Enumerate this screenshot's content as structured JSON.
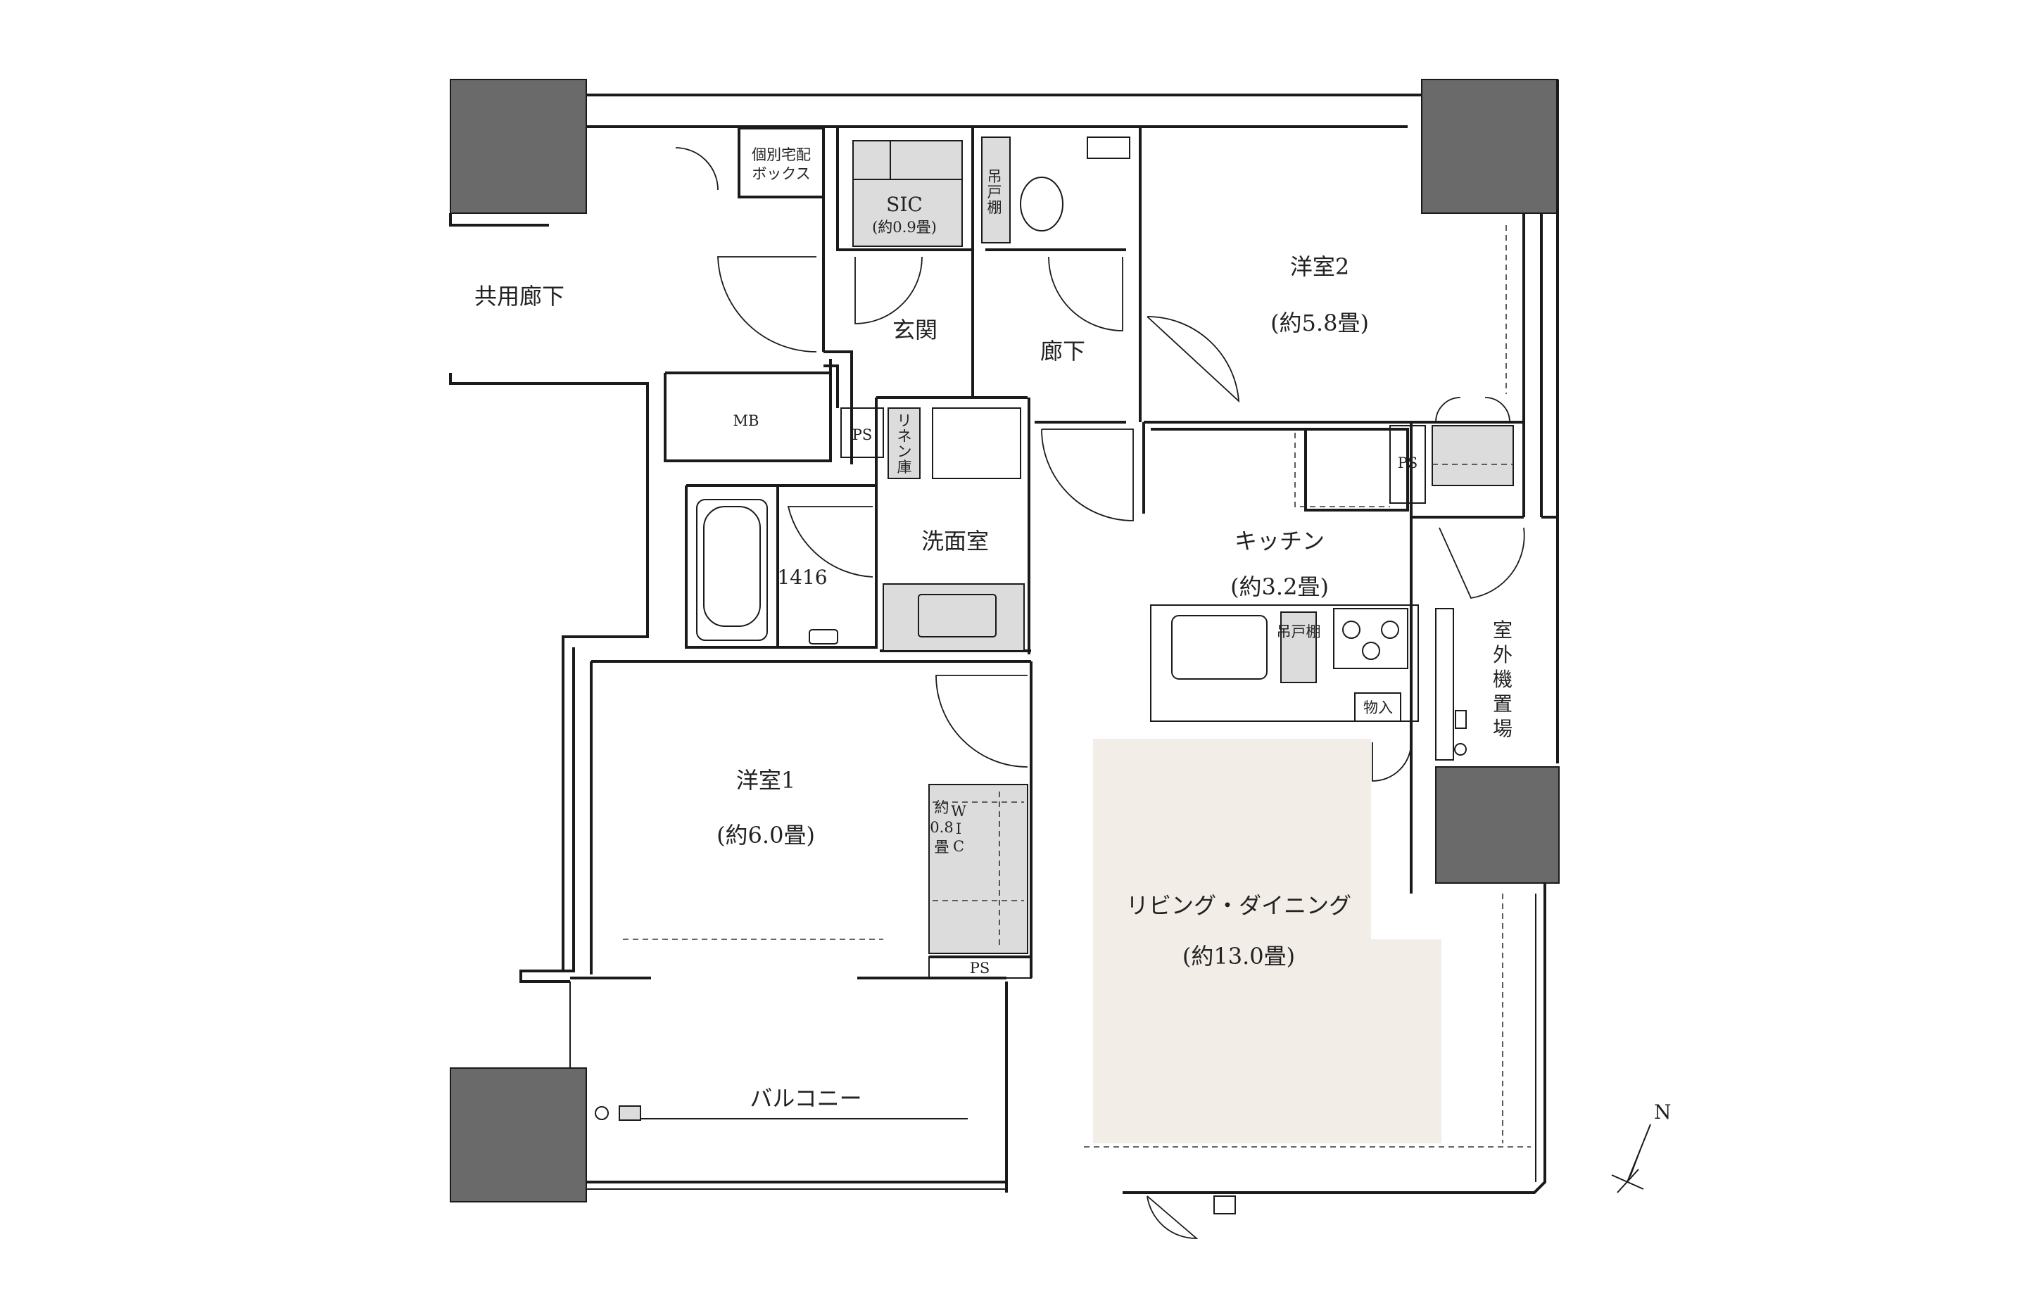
{
  "rooms": {
    "shared_corridor": "共用廊下",
    "delivery_box": [
      "個別宅配",
      "ボックス"
    ],
    "sic": "SIC",
    "sic_area": "(約0.9畳)",
    "hanging_shelf_upper": [
      "吊",
      "戸",
      "棚"
    ],
    "entrance": "玄関",
    "hallway": "廊下",
    "bedroom2": "洋室2",
    "bedroom2_area": "(約5.8畳)",
    "mb": "MB",
    "ps_1": "PS",
    "linen": [
      "リ",
      "ネ",
      "ン",
      "庫"
    ],
    "washroom": "洗面室",
    "bath_size": "1416",
    "ps_2": "PS",
    "kitchen": "キッチン",
    "kitchen_area": "(約3.2畳)",
    "hanging_shelf_kitchen": "吊戸棚",
    "storage": "物入",
    "outdoor_unit": [
      "室",
      "外",
      "機",
      "置",
      "場"
    ],
    "bedroom1": "洋室1",
    "bedroom1_area": "(約6.0畳)",
    "wic": [
      "約",
      "0.8",
      "畳"
    ],
    "wic_letters": [
      "W",
      "I",
      "C"
    ],
    "ps_3": "PS",
    "ldk": "リビング・ダイニング",
    "ldk_area": "(約13.0畳)",
    "balcony": "バルコニー",
    "north": "N"
  },
  "colors": {
    "wall": "#1a1a1a",
    "column": "#6a6a6a",
    "fixture": "#dcdcdc",
    "living_highlight": "#f3ede8"
  }
}
